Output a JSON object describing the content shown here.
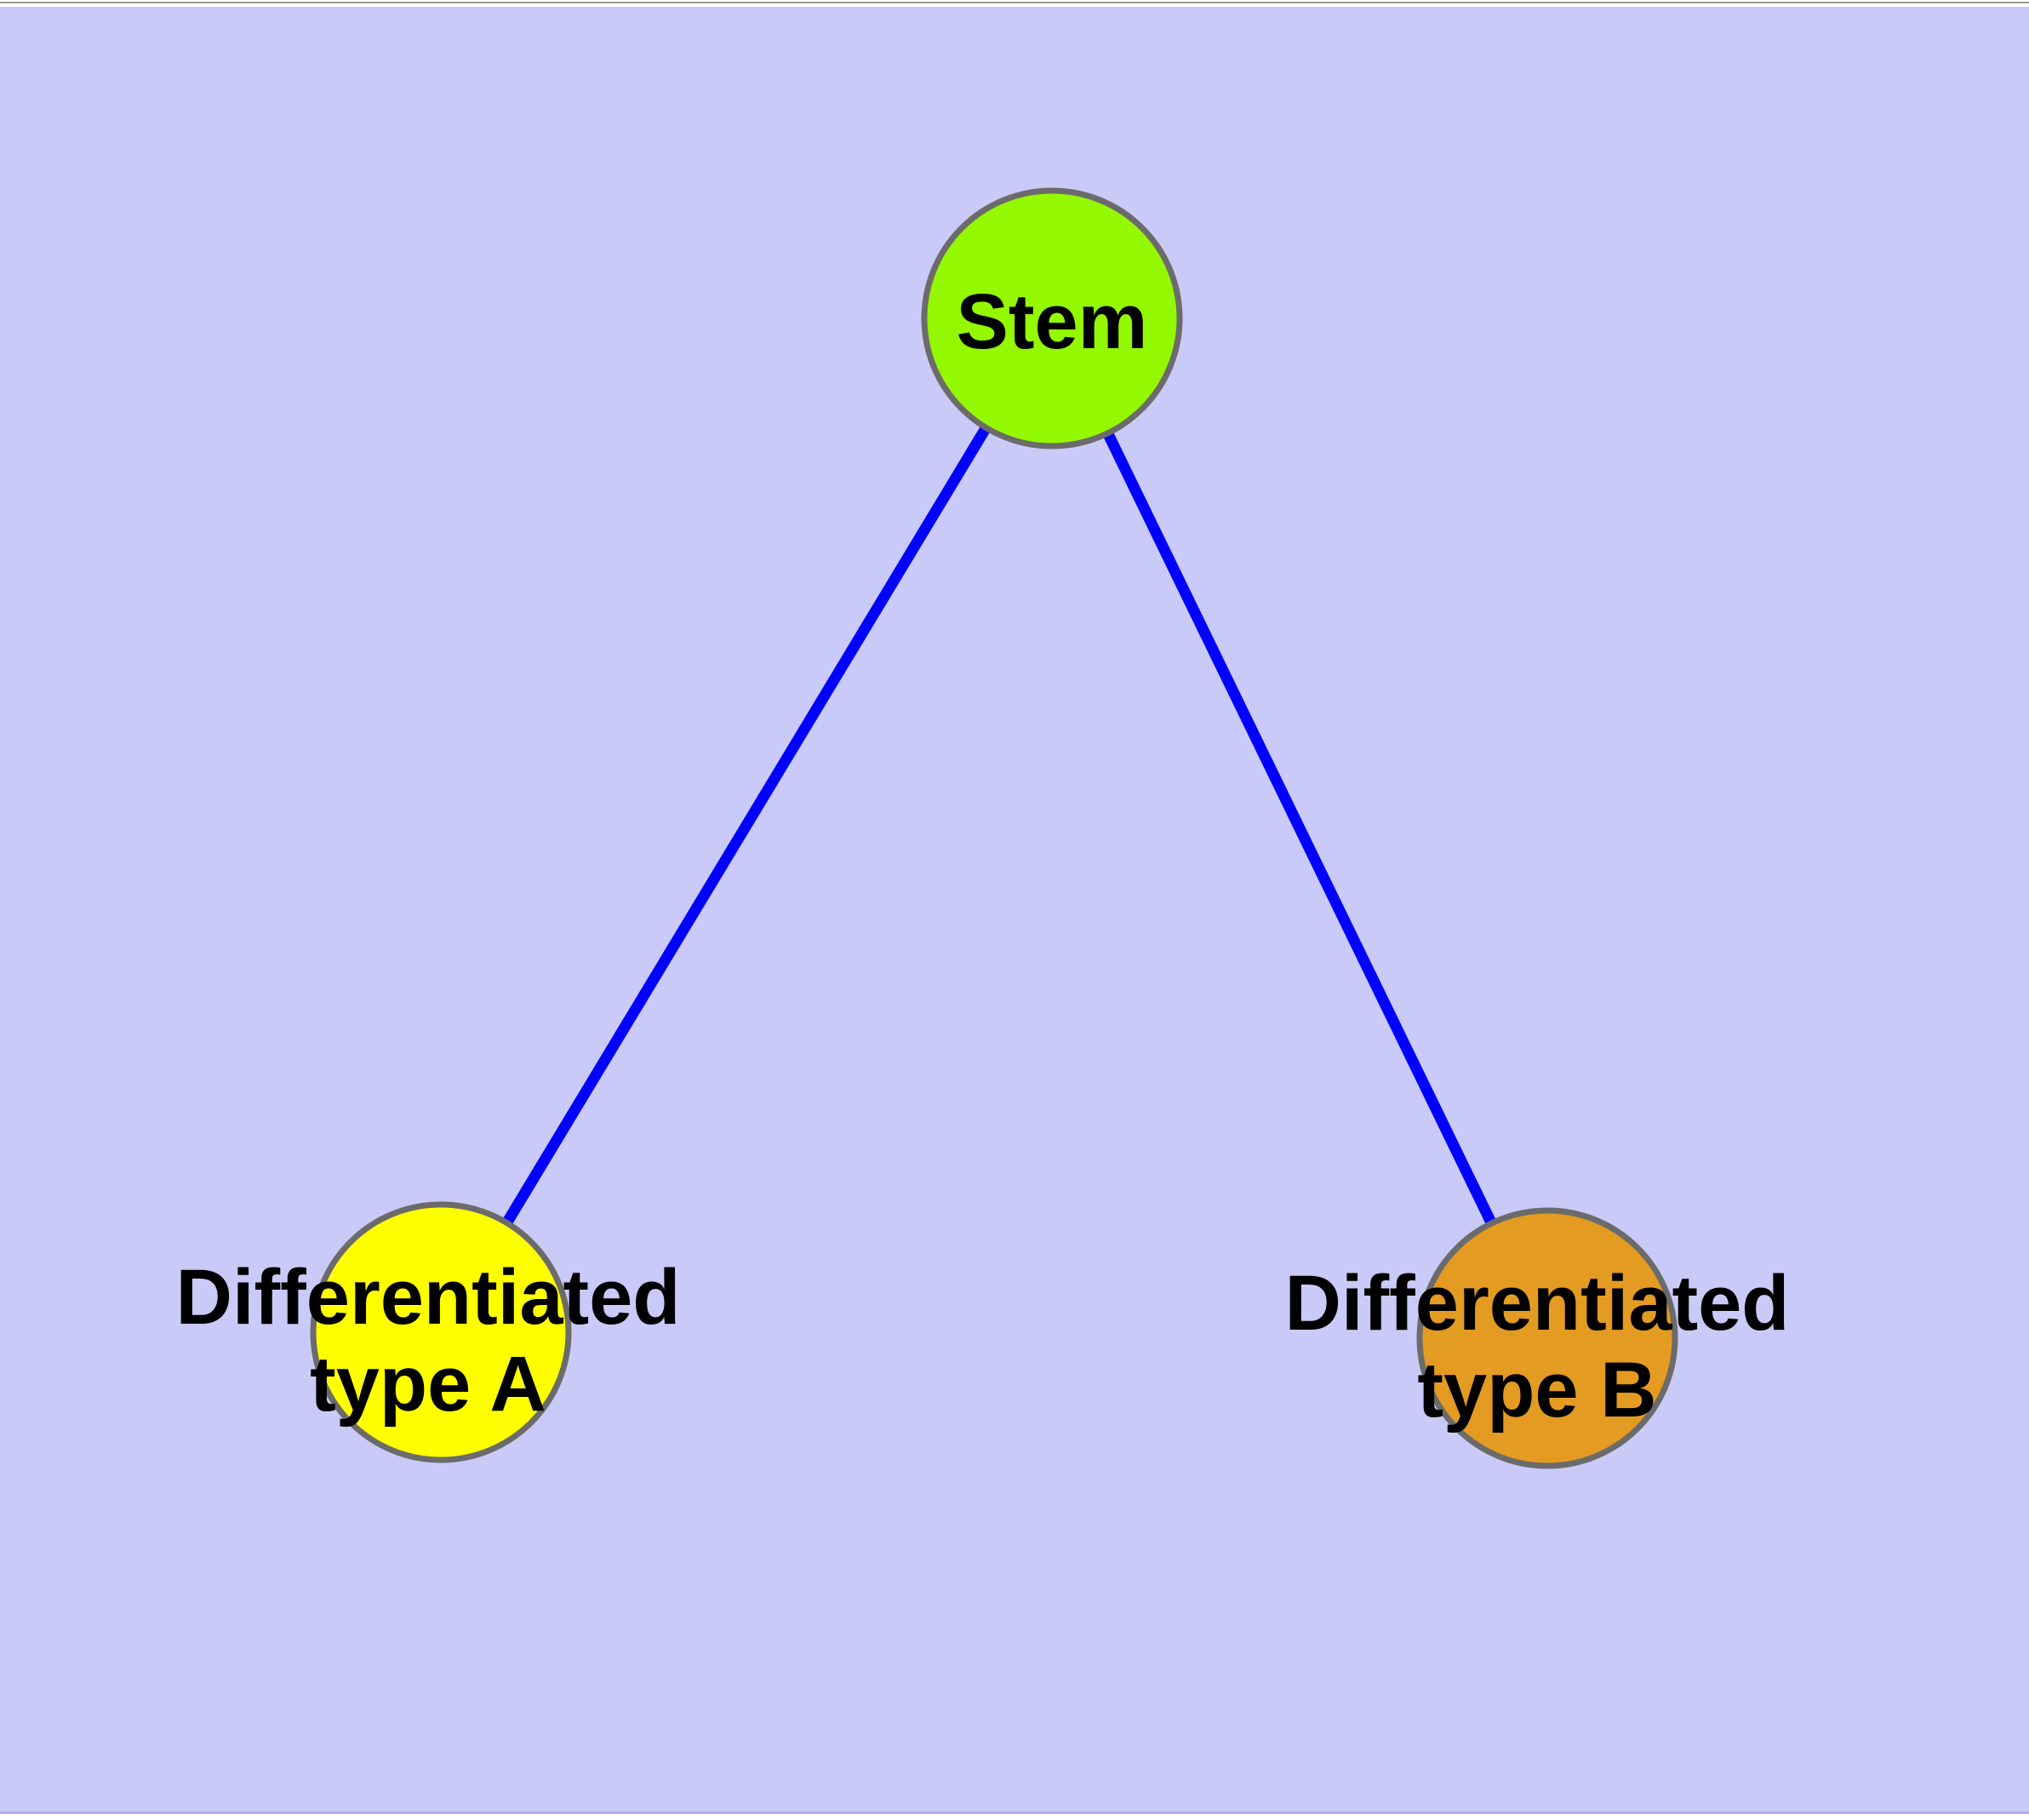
{
  "diagram": {
    "type": "network-graph",
    "background_color": "#CACAF8",
    "edge_color": "#0000FF",
    "node_border_color": "#6B6B6B",
    "label_color": "#000000",
    "nodes": [
      {
        "id": "stem",
        "label": "Stem",
        "fill": "#94F800"
      },
      {
        "id": "differentiated-type-a",
        "label_line1": "Differentiated",
        "label_line2": "type A",
        "fill": "#FFFF00"
      },
      {
        "id": "differentiated-type-b",
        "label_line1": "Differentiated",
        "label_line2": "type B",
        "fill": "#E49B22"
      }
    ],
    "edges": [
      {
        "from": "Stem",
        "to": "Differentiated type A"
      },
      {
        "from": "Stem",
        "to": "Differentiated type B"
      }
    ]
  },
  "chrome": {
    "top_border_color": "#9C9C9C",
    "bottom_border_color": "#AFAFF0"
  }
}
